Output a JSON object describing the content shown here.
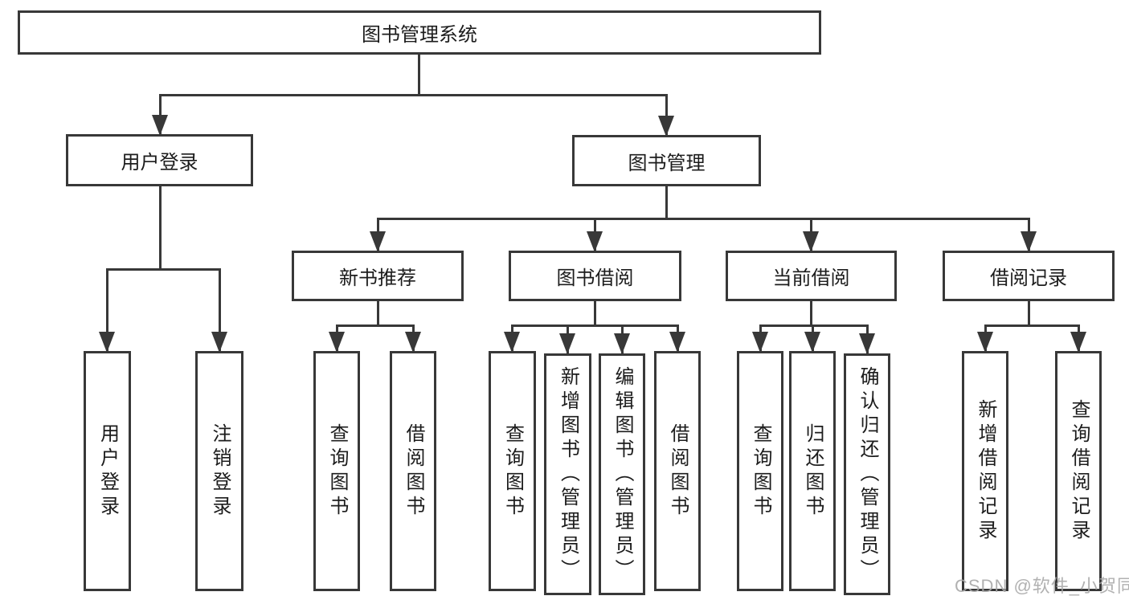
{
  "diagram": {
    "root": "图书管理系统",
    "branches": {
      "user_login": {
        "label": "用户登录",
        "children": {
          "login": "用户登录",
          "logout": "注销登录"
        }
      },
      "book_mgmt": {
        "label": "图书管理",
        "children": {
          "new_book_rec": {
            "label": "新书推荐",
            "children": {
              "query": "查询图书",
              "borrow": "借阅图书"
            }
          },
          "book_borrow": {
            "label": "图书借阅",
            "children": {
              "query": "查询图书",
              "add": "新增图书（管理员）",
              "edit": "编辑图书（管理员）",
              "borrow": "借阅图书"
            }
          },
          "current_borrow": {
            "label": "当前借阅",
            "children": {
              "query": "查询图书",
              "return": "归还图书",
              "confirm": "确认归还（管理员）"
            }
          },
          "borrow_records": {
            "label": "借阅记录",
            "children": {
              "add": "新增借阅记录",
              "query": "查询借阅记录"
            }
          }
        }
      }
    }
  },
  "watermark": "CSDN @软件_小贺同学",
  "colors": {
    "line": "#383838",
    "text": "#1c1c1c",
    "box_bg": "#ffffff",
    "watermark": "#a8a8a8"
  }
}
